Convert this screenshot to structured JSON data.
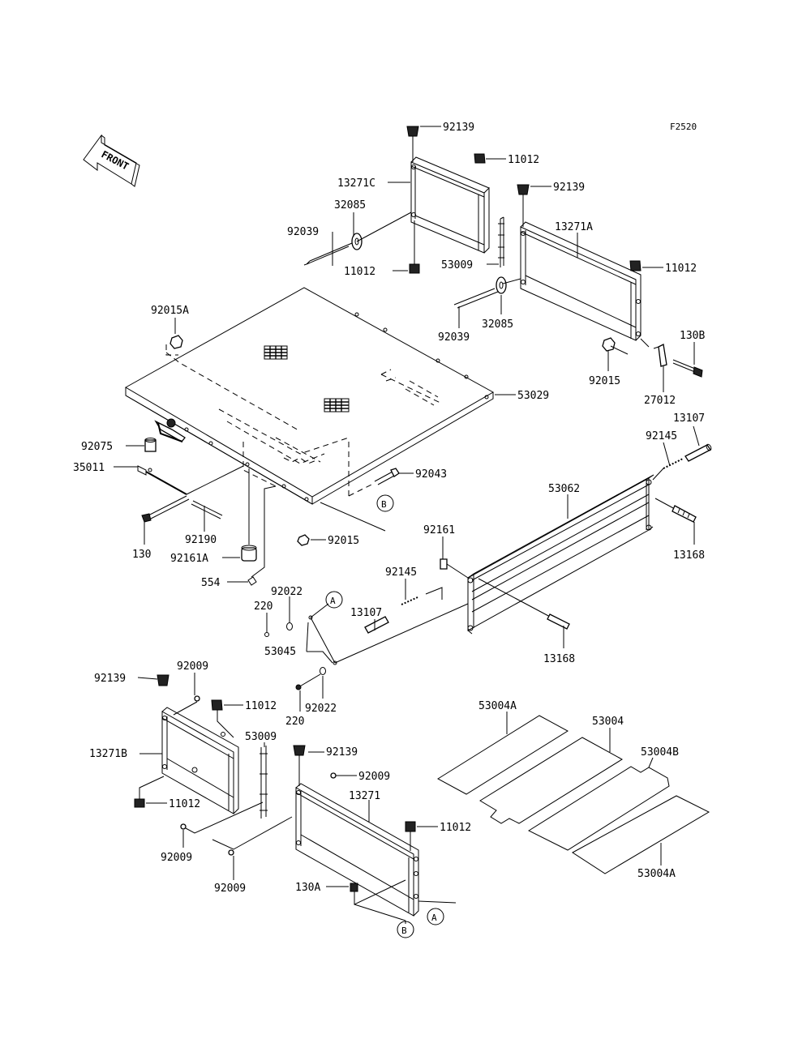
{
  "figure_code": "F2520",
  "front_label": "FRONT",
  "callouts": {
    "c92139_top": "92139",
    "c11012_a": "11012",
    "c13271C": "13271C",
    "c92139_b": "92139",
    "c32085_a": "32085",
    "c13271A": "13271A",
    "c92039_a": "92039",
    "c11012_b": "11012",
    "c53009_a": "53009",
    "c11012_c": "11012",
    "c92015A": "92015A",
    "c92039_b": "92039",
    "c32085_b": "32085",
    "c130B": "130B",
    "c92015_a": "92015",
    "c27012": "27012",
    "c53029": "53029",
    "c13107_a": "13107",
    "c92145_a": "92145",
    "c92075": "92075",
    "c35011": "35011",
    "c92043": "92043",
    "c53062": "53062",
    "c130": "130",
    "c92190": "92190",
    "c92161A": "92161A",
    "c92015_b": "92015",
    "c92161": "92161",
    "c13168_a": "13168",
    "c554": "554",
    "c92022_a": "92022",
    "c92145_b": "92145",
    "c220_a": "220",
    "c13107_b": "13107",
    "c53045": "53045",
    "c13168_b": "13168",
    "c92009_a": "92009",
    "c92139_c": "92139",
    "c11012_d": "11012",
    "c220_b": "220",
    "c92022_b": "92022",
    "c53004A_a": "53004A",
    "c53004": "53004",
    "c53009_b": "53009",
    "c13271B": "13271B",
    "c92139_d": "92139",
    "c92009_b": "92009",
    "c53004B": "53004B",
    "c13271": "13271",
    "c11012_e": "11012",
    "c11012_f": "11012",
    "c92009_c": "92009",
    "c53004A_b": "53004A",
    "c92009_d": "92009",
    "c130A": "130A"
  },
  "reference_marks": {
    "ref_A_top": "A",
    "ref_B_top": "B",
    "ref_A_bottom": "A",
    "ref_B_bottom": "B"
  }
}
